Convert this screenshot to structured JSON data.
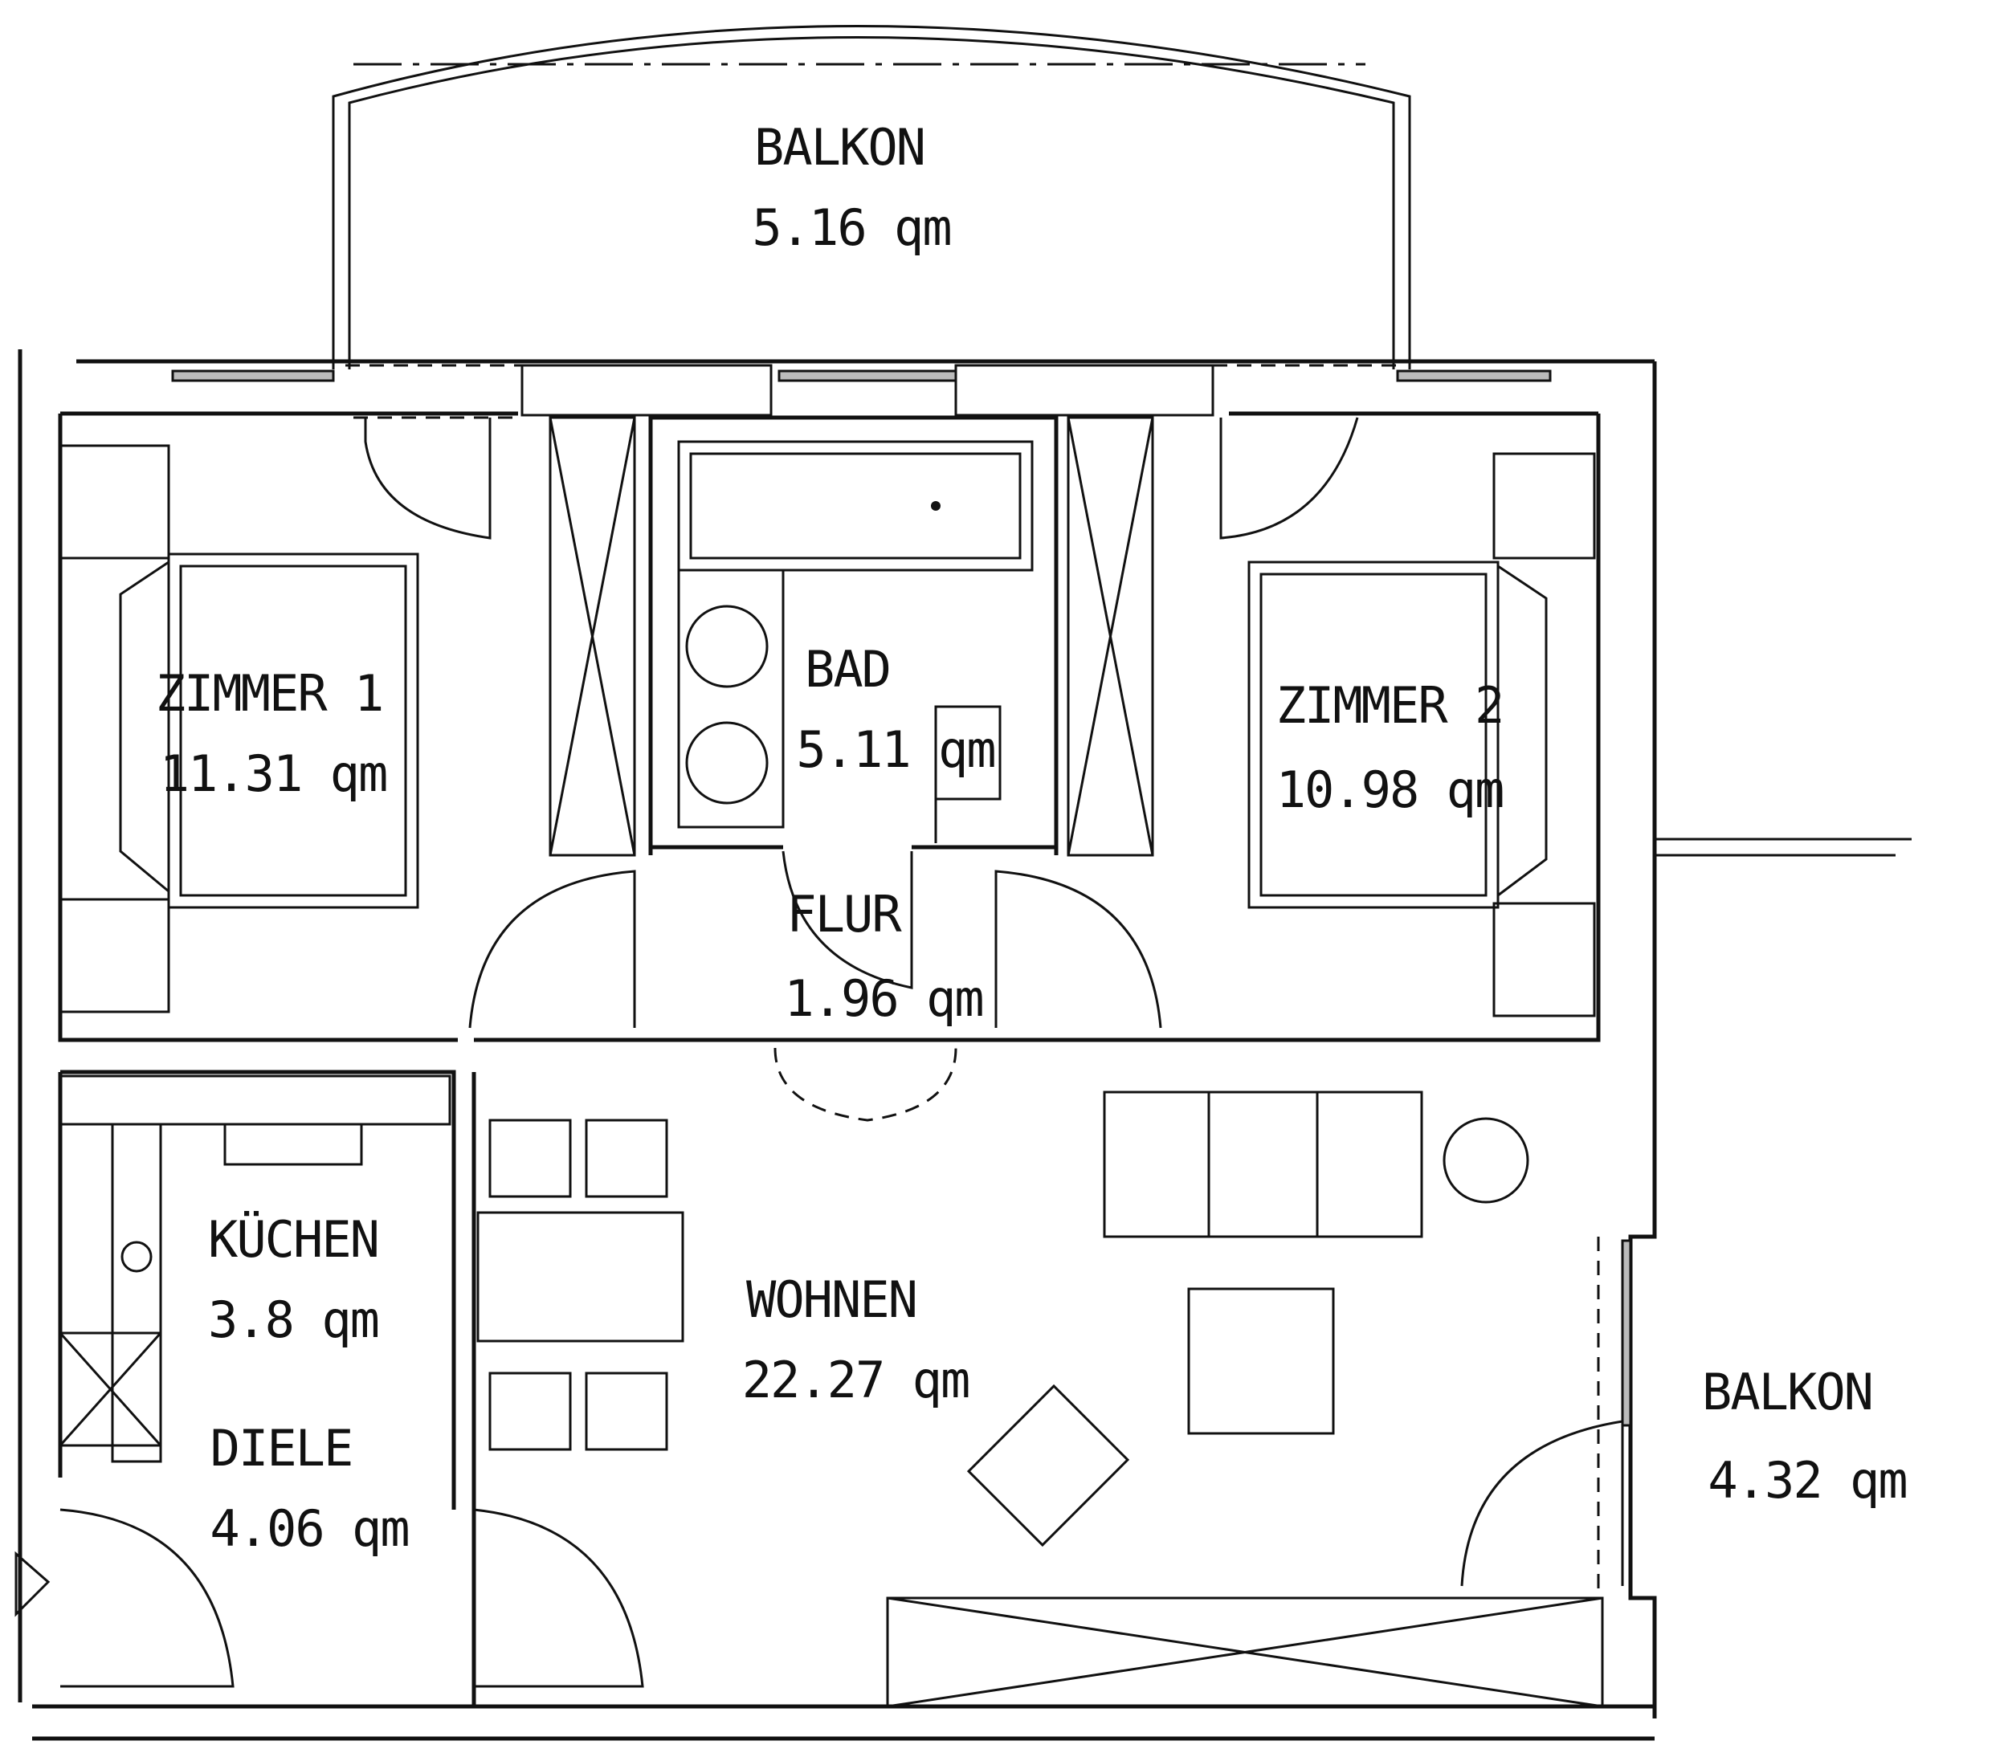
{
  "rooms": {
    "balkon_top": {
      "name": "BALKON",
      "area": "5.16 qm"
    },
    "zimmer1": {
      "name": "ZIMMER 1",
      "area": "11.31 qm"
    },
    "bad": {
      "name": "BAD",
      "area": "5.11 qm"
    },
    "zimmer2": {
      "name": "ZIMMER 2",
      "area": "10.98 qm"
    },
    "flur": {
      "name": "FLUR",
      "area": "1.96 qm"
    },
    "kuechen": {
      "name": "KÜCHEN",
      "area": "3.8 qm"
    },
    "diele": {
      "name": "DIELE",
      "area": "4.06 qm"
    },
    "wohnen": {
      "name": "WOHNEN",
      "area": "22.27 qm"
    },
    "balkon_right": {
      "name": "BALKON",
      "area": "4.32 qm"
    }
  }
}
